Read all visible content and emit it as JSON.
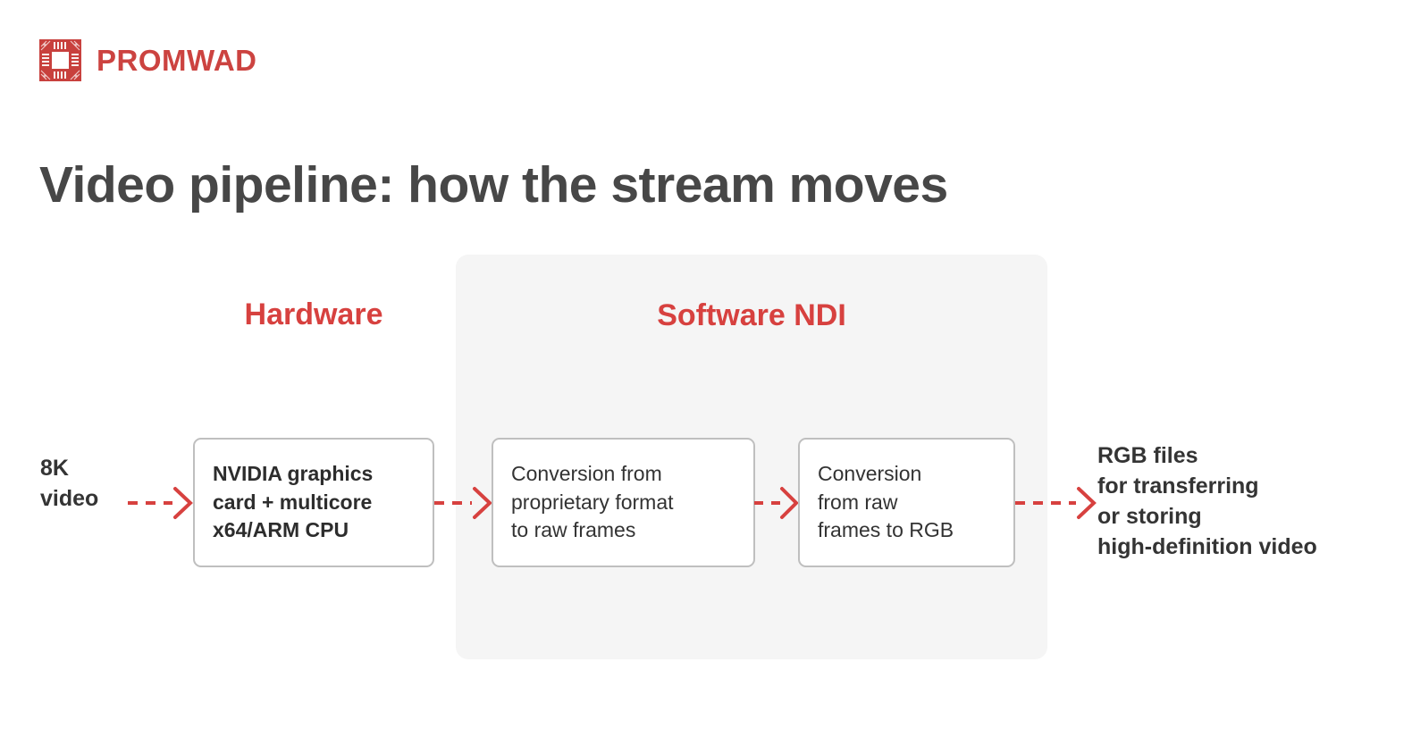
{
  "brand": {
    "name": "PROMWAD",
    "logo_icon": "circuit-chip-icon",
    "color": "#cc4340"
  },
  "title": "Video pipeline: how the stream moves",
  "colors": {
    "accent_red": "#d7413f",
    "title_gray": "#474747",
    "panel_gray": "#f5f5f5",
    "node_border": "#bfbfbf",
    "node_text": "#333333"
  },
  "sections": {
    "hardware_caption": "Hardware",
    "software_caption": "Software NDI"
  },
  "pipeline": {
    "input_label": "8K\nvideo",
    "output_label": "RGB files\nfor transferring\nor storing\nhigh-definition video",
    "nodes": [
      {
        "id": "node-nvidia",
        "text": "NVIDIA graphics\ncard + multicore\nx64/ARM CPU",
        "bold": true,
        "group": "hardware"
      },
      {
        "id": "node-proprietary-to-raw",
        "text": "Conversion from\nproprietary format\nto raw frames",
        "bold": false,
        "group": "software"
      },
      {
        "id": "node-raw-to-rgb",
        "text": "Conversion\nfrom raw\nframes to RGB",
        "bold": false,
        "group": "software"
      }
    ],
    "arrows": [
      {
        "id": "arrow-input-to-nvidia",
        "dashes": 3,
        "style": "dashed-chevron"
      },
      {
        "id": "arrow-nvidia-to-conversion1",
        "dashes": 3,
        "style": "dashed-chevron"
      },
      {
        "id": "arrow-conversion1-to-conversion2",
        "dashes": 3,
        "style": "dashed-chevron"
      },
      {
        "id": "arrow-conversion2-to-output",
        "dashes": 4,
        "style": "dashed-chevron"
      }
    ]
  }
}
